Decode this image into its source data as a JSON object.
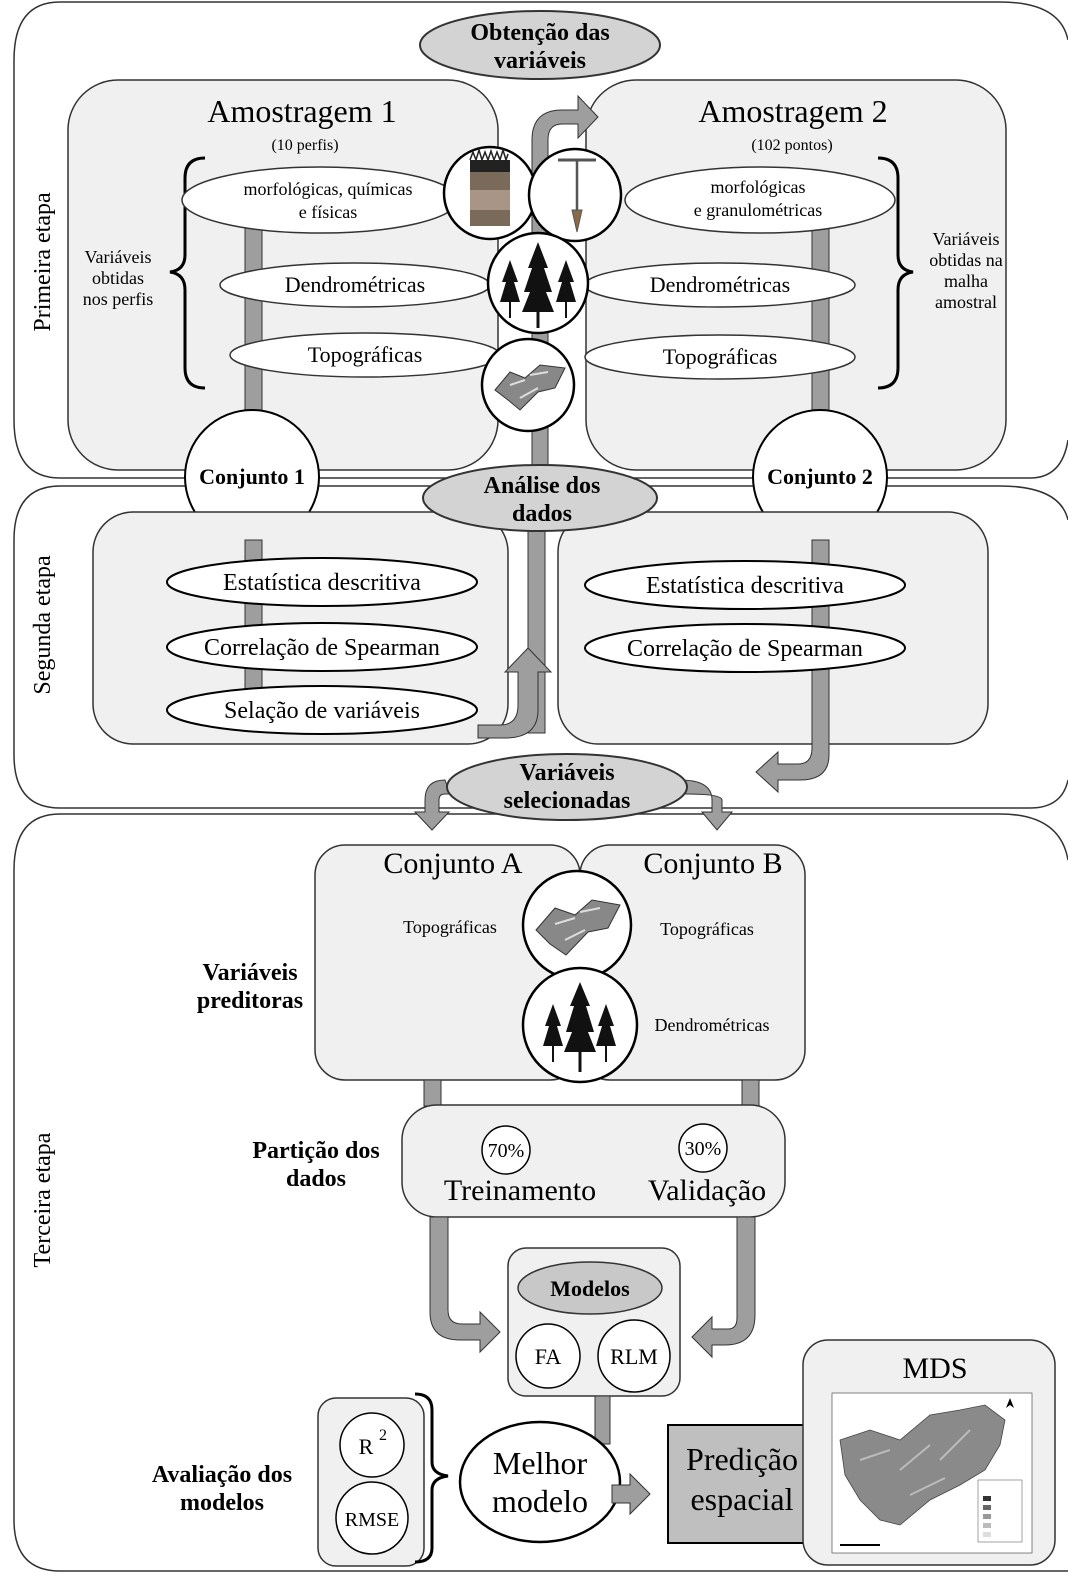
{
  "stages": {
    "first": "Primeira etapa",
    "second": "Segunda etapa",
    "third": "Terceira etapa"
  },
  "pills": {
    "obtencao": [
      "Obtenção das",
      "variáveis"
    ],
    "analise": [
      "Análise dos",
      "dados"
    ],
    "selecionadas": [
      "Variáveis",
      "selecionadas"
    ],
    "modelos": "Modelos"
  },
  "amostragem1": {
    "title": "Amostragem 1",
    "subtitle": "(10 perfis)",
    "var1": [
      "morfológicas, químicas",
      "e físicas"
    ],
    "var2": "Dendrométricas",
    "var3": "Topográficas",
    "side_label": [
      "Variáveis",
      "obtidas",
      "nos perfis"
    ]
  },
  "amostragem2": {
    "title": "Amostragem 2",
    "subtitle": "(102 pontos)",
    "var1": [
      "morfológicas",
      "e granulométricas"
    ],
    "var2": "Dendrométricas",
    "var3": "Topográficas",
    "side_label": [
      "Variáveis",
      "obtidas na",
      "malha",
      "amostral"
    ]
  },
  "conjuntos": {
    "c1": "Conjunto 1",
    "c2": "Conjunto 2"
  },
  "analise_left": [
    "Estatística descritiva",
    "Correlação de Spearman",
    "Selação de variáveis"
  ],
  "analise_right": [
    "Estatística descritiva",
    "Correlação de Spearman"
  ],
  "third": {
    "conjunto_a": "Conjunto A",
    "conjunto_b": "Conjunto B",
    "topo_a": "Topográficas",
    "topo_b": "Topográficas",
    "dendro_b": "Dendrométricas",
    "preditoras": [
      "Variáveis",
      "preditoras"
    ],
    "particao": [
      "Partição dos",
      "dados"
    ],
    "pct_train": "70%",
    "pct_val": "30%",
    "train": "Treinamento",
    "val": "Validação",
    "fa": "FA",
    "rlm": "RLM",
    "avaliacao": [
      "Avaliação dos",
      "modelos"
    ],
    "r2": "R",
    "r2_sup": "2",
    "rmse": "RMSE",
    "melhor": [
      "Melhor",
      "modelo"
    ],
    "predicao": [
      "Predição",
      "espacial"
    ],
    "mds": "MDS"
  },
  "colors": {
    "panel": "#f0f0f0",
    "pill": "#d3d3d3",
    "arrow": "#9e9e9e",
    "predicao_box": "#bfbfbf",
    "map_fill": "#8a8a8a"
  }
}
